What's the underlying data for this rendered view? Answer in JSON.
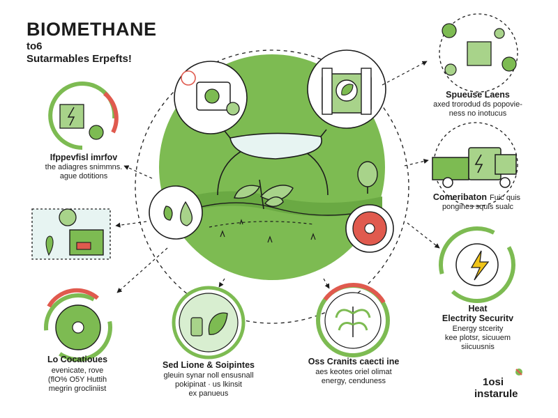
{
  "header": {
    "title": "BIOMETHANE",
    "line1": "to6",
    "line2": "Sutarmables Erpefts!"
  },
  "nodes": {
    "left_top": {
      "head": "Ifppevfisl imrfov",
      "body1": "the adiagres snimmns.",
      "body2": "ague dotitions"
    },
    "right_top": {
      "head": "Spueuse Laens",
      "body1": "axed trorodud ds popovie-",
      "body2": "ness no inotucus"
    },
    "right_mid": {
      "head": "Comeribaton",
      "head_extra": "Fuic quis",
      "body1": "pongines squis sualc"
    },
    "right_low": {
      "head1": "Heat",
      "head2": "Electrity Securitv",
      "body1": "Energy stcerity",
      "body2": "kee plotsr, sicuuem",
      "body3": "siicuusnis"
    },
    "bottom_left": {
      "head": "Lo Cocatioues",
      "body1": "evenicate, rove",
      "body2": "(flO% O5Y Huttih",
      "body3": "megrin grocliniist"
    },
    "bottom_mid": {
      "head": "Sed Lione & Soipintes",
      "body1": "gleuin synar noll ensusnall",
      "body2": "pokipinat · us lkinsit",
      "body3": "ex panueus"
    },
    "bottom_right": {
      "head": "Oss Cranits caecti ine",
      "body1": "aes keotes oriel olimat",
      "body2": "energy, cenduness"
    }
  },
  "brand": {
    "line1": "1osi",
    "line2": "instarule"
  },
  "colors": {
    "green": "#7dbb52",
    "light_green": "#a8d38a",
    "red": "#e05a4e",
    "dark": "#1c1c1c",
    "pale": "#d8eed0",
    "sky": "#e7f4f2"
  }
}
